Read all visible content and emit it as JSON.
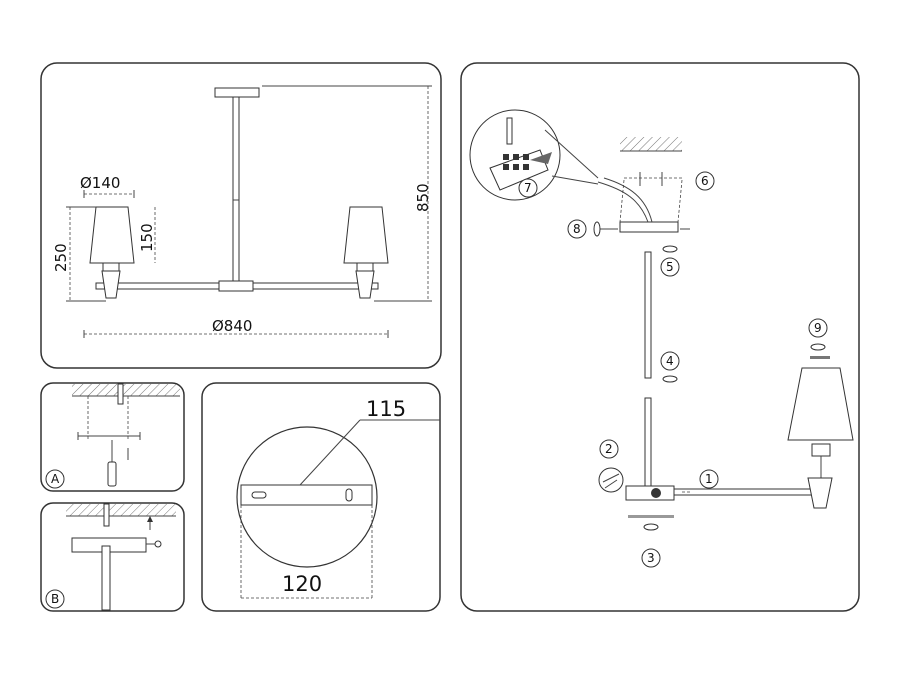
{
  "overview": {
    "dim_shade_diameter": "Ø140",
    "dim_shade_height": "150",
    "dim_lamp_height": "250",
    "dim_total_height": "850",
    "dim_total_diameter": "Ø840"
  },
  "detail": {
    "label_a": "A",
    "label_b": "B",
    "dim_plate_depth": "115",
    "dim_plate_width": "120"
  },
  "assembly": {
    "steps": [
      "1",
      "2",
      "3",
      "4",
      "5",
      "6",
      "7",
      "8",
      "9"
    ]
  }
}
